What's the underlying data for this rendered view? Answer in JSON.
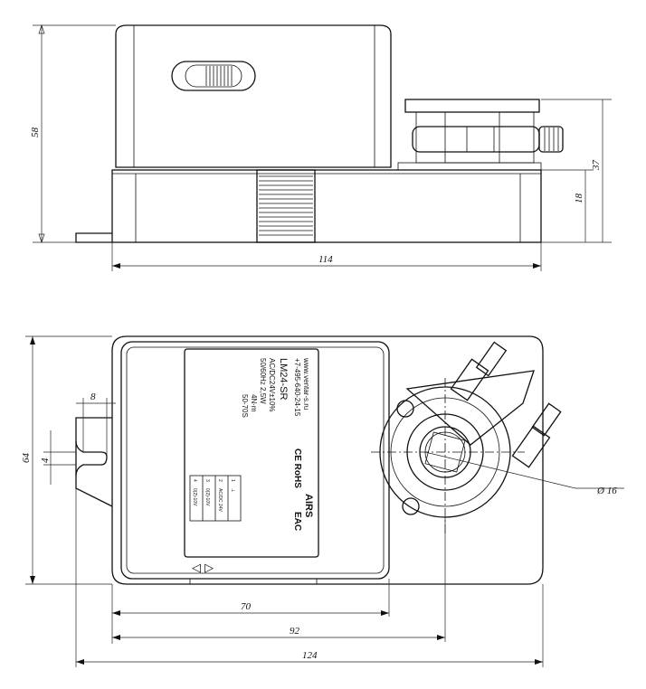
{
  "dimensions": {
    "height_total": "58",
    "height_mid": "37",
    "height_base": "18",
    "length_side": "114",
    "width_front": "64",
    "slot_width": "8",
    "slot_height": "4",
    "shaft_diameter": "Ø 16",
    "len_70": "70",
    "len_92": "92",
    "len_124": "124"
  },
  "label": {
    "website": "www.ventar-s.ru",
    "phone": "+7-495-640-24-15",
    "model": "LM24-SR",
    "spec_voltage": "AC/DC24V±10%",
    "spec_freq": "50/60Hz 2,5W",
    "spec_torque": "4N·m",
    "spec_time": "50-70S",
    "cert_marks": "CE RoHS",
    "eac": "EAC",
    "brand": "AIRS",
    "wiring_terms": [
      "1",
      "2",
      "3",
      "4"
    ],
    "wiring_signals": [
      "⊥",
      "AC/DC 24V",
      "0(2)-10V",
      "0(2)-10V"
    ]
  },
  "direction_arrows": "◁ ▷"
}
